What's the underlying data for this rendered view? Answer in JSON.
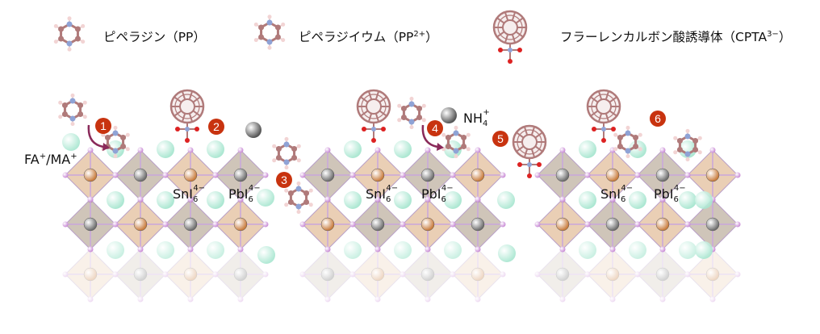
{
  "legend": [
    {
      "name": "ピペラジン",
      "abbr": "（PP）",
      "sup": ""
    },
    {
      "name": "ピペラジイウム",
      "abbr": "（PP",
      "sup": "2+",
      "close": "）"
    },
    {
      "name": "フラーレンカルボン酸誘導体",
      "abbr": "（CPTA",
      "sup": "3−",
      "close": "）"
    }
  ],
  "labels": {
    "fa_ma": {
      "a": "FA",
      "s1": "+",
      "b": "/MA",
      "s2": "+"
    },
    "sni": {
      "base": "SnI",
      "sub": "6",
      "sup": "4−"
    },
    "pbi": {
      "base": "PbI",
      "sub": "6",
      "sup": "4−"
    },
    "nh4": {
      "base": "NH",
      "sub": "4",
      "sup": "+"
    }
  },
  "steps": [
    "1",
    "2",
    "3",
    "4",
    "5",
    "6"
  ],
  "colors": {
    "sn": "#c87a3a",
    "pb": "#6b6b6b",
    "cation": "#a8e6d0",
    "iodide": "#c98bd6",
    "octa_sn": "#d9a778",
    "octa_pb": "#a89680",
    "step": "#c8330f",
    "molecule": "#b07a7a"
  }
}
